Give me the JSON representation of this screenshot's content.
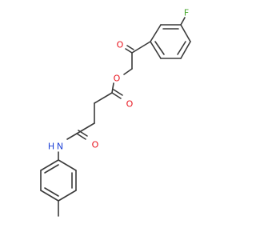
{
  "colors": {
    "background": "#ffffff",
    "bond": "#3a3a3a",
    "carbon": "#3a3a3a",
    "oxygen": "#e8141e",
    "nitrogen": "#1b3fd6",
    "fluorine": "#44a62a"
  },
  "atom_labels": {
    "fluorine": "F",
    "ketone_oxygen": "O",
    "ester_oxygen": "O",
    "ester_carbonyl_oxygen": "O",
    "amide_oxygen": "O",
    "amide_nitrogen": "N",
    "amide_hydrogen": "H"
  }
}
